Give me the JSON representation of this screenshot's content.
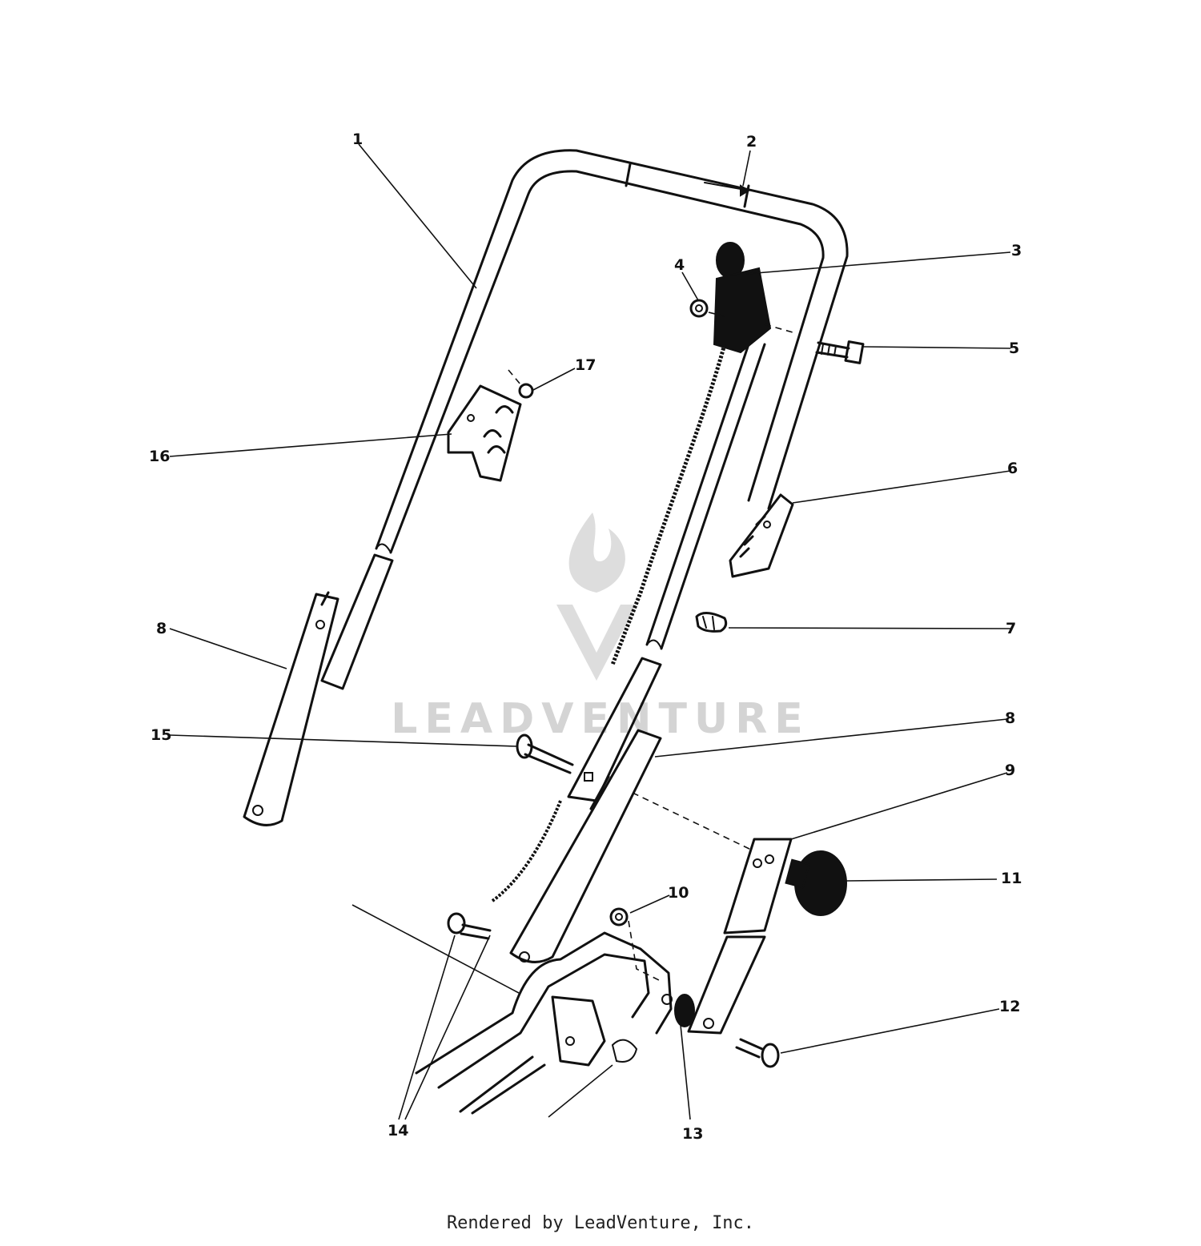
{
  "callouts": [
    {
      "id": "1",
      "label": "1"
    },
    {
      "id": "2",
      "label": "2"
    },
    {
      "id": "3",
      "label": "3"
    },
    {
      "id": "4",
      "label": "4"
    },
    {
      "id": "5",
      "label": "5"
    },
    {
      "id": "6",
      "label": "6"
    },
    {
      "id": "7",
      "label": "7"
    },
    {
      "id": "8a",
      "label": "8"
    },
    {
      "id": "8b",
      "label": "8"
    },
    {
      "id": "9",
      "label": "9"
    },
    {
      "id": "10",
      "label": "10"
    },
    {
      "id": "11",
      "label": "11"
    },
    {
      "id": "12",
      "label": "12"
    },
    {
      "id": "13",
      "label": "13"
    },
    {
      "id": "14",
      "label": "14"
    },
    {
      "id": "15",
      "label": "15"
    },
    {
      "id": "16",
      "label": "16"
    },
    {
      "id": "17",
      "label": "17"
    }
  ],
  "watermark": {
    "text": "LEADVENTURE"
  },
  "footer": {
    "text": "Rendered by LeadVenture, Inc."
  }
}
